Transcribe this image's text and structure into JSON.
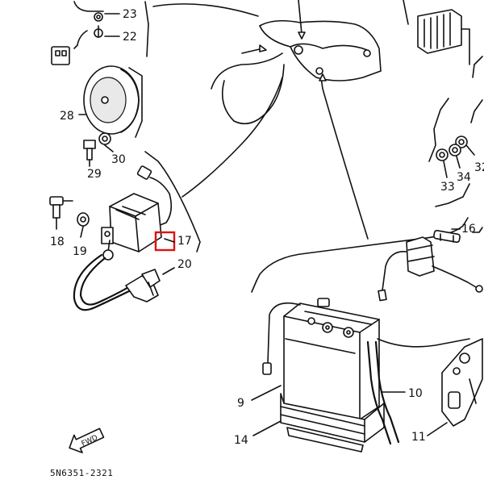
{
  "title": "Electrical parts exploded diagram",
  "drawing_code": "5N6351-2321",
  "front_badge": "FWD",
  "highlight_color": "#e01010",
  "callouts": {
    "c9": "9",
    "c10": "10",
    "c11": "11",
    "c14": "14",
    "c16": "16",
    "c17": "17",
    "c18": "18",
    "c19": "19",
    "c20": "20",
    "c22": "22",
    "c23": "23",
    "c28": "28",
    "c29": "29",
    "c30": "30",
    "c32": "32",
    "c33": "33",
    "c34": "34"
  }
}
